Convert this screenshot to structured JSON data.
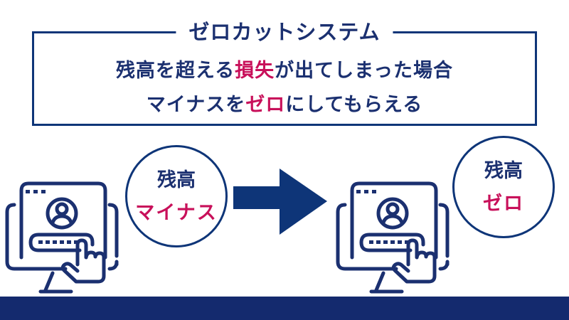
{
  "header": {
    "title": "ゼロカットシステム",
    "line1": {
      "before": "残高を超える",
      "highlight": "損失",
      "after": "が出てしまった場合"
    },
    "line2": {
      "before": "マイナスを",
      "highlight": "ゼロ",
      "after": "にしてもらえる"
    }
  },
  "diagram": {
    "before": {
      "label": "残高",
      "value": "マイナス",
      "icon": "computer-login-icon"
    },
    "arrow": {
      "icon": "arrow-right-icon"
    },
    "after": {
      "label": "残高",
      "value": "ゼロ",
      "icon": "computer-login-icon"
    }
  },
  "colors": {
    "navy": "#1b3070",
    "border": "#0e3578",
    "highlight": "#c8105a",
    "bottom_bar": "#142a6e",
    "background": "#ffffff"
  }
}
